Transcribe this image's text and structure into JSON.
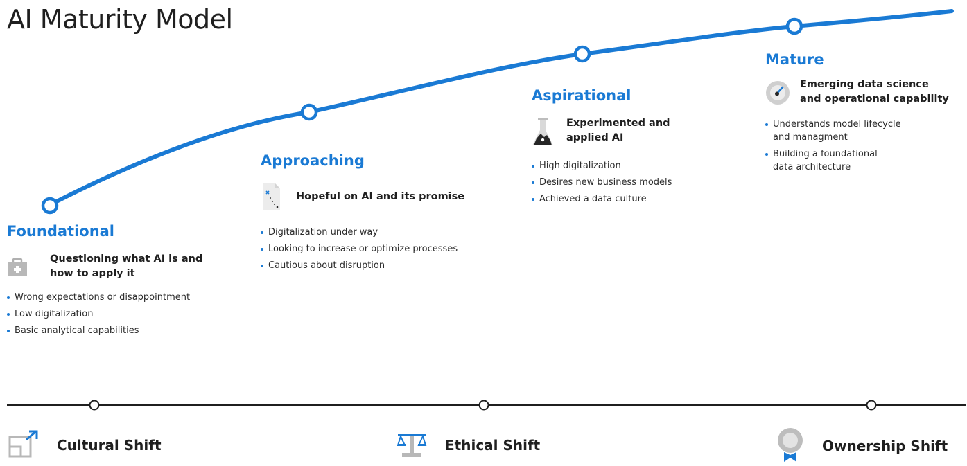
{
  "title": "AI Maturity Model",
  "colors": {
    "accent": "#1a7ad4",
    "icon_gray": "#b0b0b0",
    "dark": "#1f1f1f"
  },
  "stages": [
    {
      "name": "Foundational",
      "icon": "briefcase-icon",
      "headline": [
        "Questioning what AI is and",
        "how to apply it"
      ],
      "bullets": [
        [
          "Wrong expectations or disappointment"
        ],
        [
          "Low digitalization"
        ],
        [
          "Basic analytical capabilities"
        ]
      ]
    },
    {
      "name": "Approaching",
      "icon": "document-sketch-icon",
      "headline": [
        "Hopeful on AI and its promise"
      ],
      "bullets": [
        [
          "Digitalization under way"
        ],
        [
          "Looking to increase or optimize processes"
        ],
        [
          "Cautious about disruption"
        ]
      ]
    },
    {
      "name": "Aspirational",
      "icon": "flask-icon",
      "headline": [
        "Experimented and",
        "applied AI"
      ],
      "bullets": [
        [
          "High digitalization"
        ],
        [
          "Desires new business models"
        ],
        [
          "Achieved a data culture"
        ]
      ]
    },
    {
      "name": "Mature",
      "icon": "gauge-icon",
      "headline": [
        "Emerging data science",
        "and operational capability"
      ],
      "bullets": [
        [
          "Understands model lifecycle",
          "and managment"
        ],
        [
          "Building a foundational",
          "data architecture"
        ]
      ]
    }
  ],
  "shifts": [
    {
      "label": "Cultural Shift",
      "icon": "expand-arrow-icon"
    },
    {
      "label": "Ethical Shift",
      "icon": "balance-scale-icon"
    },
    {
      "label": "Ownership Shift",
      "icon": "award-ribbon-icon"
    }
  ]
}
